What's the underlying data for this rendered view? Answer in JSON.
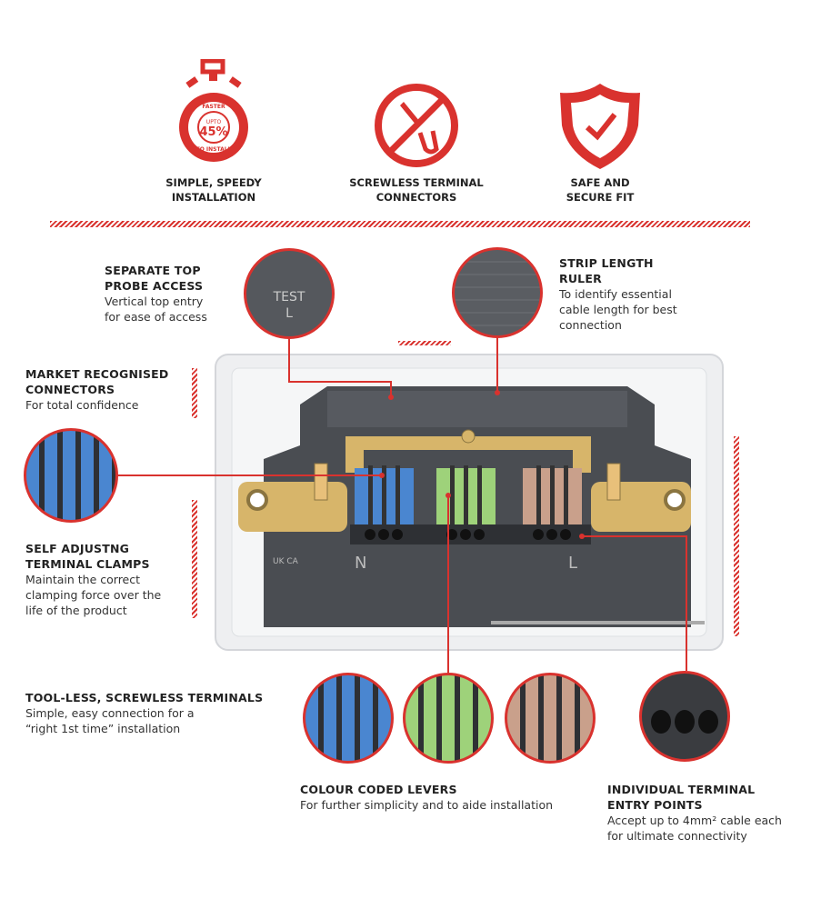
{
  "colors": {
    "accent": "#d9322e",
    "blue": "#4a86d0",
    "green": "#9ed27a",
    "brown": "#c9a08b",
    "housing": "#4a4d52"
  },
  "features": [
    {
      "icon": "stopwatch-icon",
      "badge": {
        "top": "FASTER",
        "upto": "UPTO",
        "value": "45%",
        "bottom": "TO INSTALL"
      },
      "label1": "SIMPLE, SPEEDY",
      "label2": "INSTALLATION"
    },
    {
      "icon": "no-screwdriver-icon",
      "label1": "SCREWLESS TERMINAL",
      "label2": "CONNECTORS"
    },
    {
      "icon": "shield-check-icon",
      "label1": "SAFE AND",
      "label2": "SECURE FIT"
    }
  ],
  "callouts": {
    "probe": {
      "title1": "SEPARATE TOP",
      "title2": "PROBE ACCESS",
      "desc1": "Vertical top entry",
      "desc2": "for ease of access",
      "zoom_text1": "TEST",
      "zoom_text2": "L"
    },
    "ruler": {
      "title1": "STRIP LENGTH",
      "title2": "RULER",
      "desc1": "To identify essential",
      "desc2": "cable length for best",
      "desc3": "connection"
    },
    "market": {
      "title1": "MARKET RECOGNISED",
      "title2": "CONNECTORS",
      "desc1": "For total confidence"
    },
    "clamps": {
      "title1": "SELF ADJUSTNG",
      "title2": "TERMINAL CLAMPS",
      "desc1": "Maintain the correct",
      "desc2": "clamping force over the",
      "desc3": "life of the product"
    },
    "toolless": {
      "title1": "TOOL-LESS, SCREWLESS TERMINALS",
      "desc1": "Simple, easy connection for a",
      "desc2": "“right 1st time” installation"
    },
    "levers": {
      "title1": "COLOUR CODED LEVERS",
      "desc1": "For further simplicity and to aide installation"
    },
    "entry": {
      "title1": "INDIVIDUAL TERMINAL",
      "title2": "ENTRY POINTS",
      "desc1": "Accept up to 4mm² cable each",
      "desc2": "for ultimate connectivity"
    }
  },
  "socket": {
    "neutral": "N",
    "live": "L",
    "mark": "UK CA"
  }
}
